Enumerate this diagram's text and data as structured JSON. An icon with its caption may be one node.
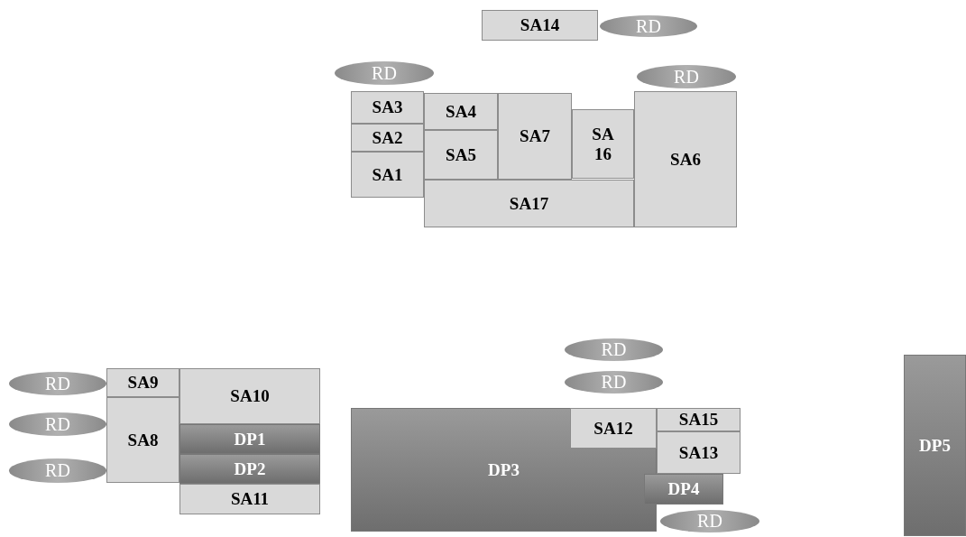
{
  "diagram": {
    "nodes": [
      {
        "text": [
          "SA14"
        ]
      },
      {
        "text": [
          "RD"
        ]
      },
      {
        "text": [
          "RD"
        ]
      },
      {
        "text": [
          "RD"
        ]
      },
      {
        "text": [
          "SA3"
        ]
      },
      {
        "text": [
          "SA4"
        ]
      },
      {
        "text": [
          "SA7"
        ]
      },
      {
        "text": [
          "SA 16"
        ]
      },
      {
        "text": [
          "SA6"
        ]
      },
      {
        "text": [
          "SA2"
        ]
      },
      {
        "text": [
          "SA5"
        ]
      },
      {
        "text": [
          "SA1"
        ]
      },
      {
        "text": [
          "SA17"
        ]
      },
      {
        "text": [
          "RD"
        ]
      },
      {
        "text": [
          "RD"
        ]
      },
      {
        "text": [
          "RD"
        ]
      },
      {
        "text": [
          "SA9"
        ]
      },
      {
        "text": [
          "SA10"
        ]
      },
      {
        "text": [
          "RD"
        ]
      },
      {
        "text": [
          "SA8"
        ]
      },
      {
        "text": [
          "DP1"
        ]
      },
      {
        "text": [
          "DP3"
        ]
      },
      {
        "text": [
          "SA12"
        ],
        "in": 21
      },
      {
        "text": [
          "SA15"
        ]
      },
      {
        "text": [
          "SA13"
        ]
      },
      {
        "text": [
          "DP5"
        ]
      },
      {
        "text": [
          "RD"
        ]
      },
      {
        "text": [
          "DP2"
        ]
      },
      {
        "text": [
          "DP4"
        ]
      },
      {
        "text": [
          "SA11"
        ]
      },
      {
        "text": [
          "RD"
        ]
      }
    ]
  }
}
